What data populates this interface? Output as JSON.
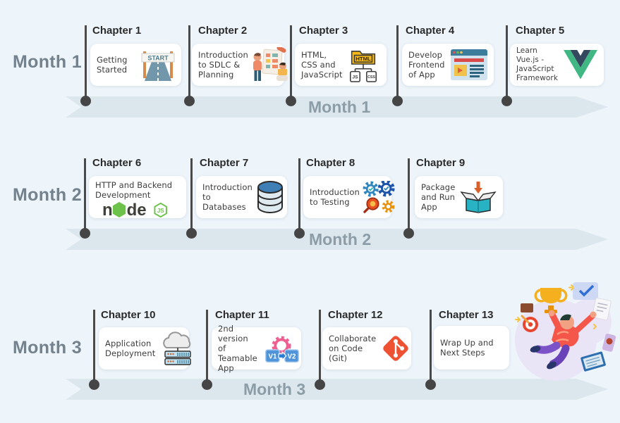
{
  "months": [
    {
      "side_label": "Month 1",
      "band_label": "Month 1",
      "chapters": [
        {
          "title": "Chapter 1",
          "description": "Getting Started",
          "icon": "start-banner-icon"
        },
        {
          "title": "Chapter 2",
          "description": "Introduction to SDLC & Planning",
          "icon": "sdlc-planning-icon"
        },
        {
          "title": "Chapter 3",
          "description": "HTML, CSS and JavaScript",
          "icon": "html-css-js-icon"
        },
        {
          "title": "Chapter 4",
          "description": "Develop Frontend of App",
          "icon": "frontend-browser-icon"
        },
        {
          "title": "Chapter 5",
          "description": "Learn Vue.js - JavaScript Framework",
          "icon": "vuejs-logo-icon"
        }
      ]
    },
    {
      "side_label": "Month 2",
      "band_label": "Month 2",
      "chapters": [
        {
          "title": "Chapter 6",
          "description": "HTTP and Backend Development",
          "icon": "nodejs-logo-icon"
        },
        {
          "title": "Chapter 7",
          "description": "Introduction to Databases",
          "icon": "database-icon"
        },
        {
          "title": "Chapter 8",
          "description": "Introduction to Testing",
          "icon": "testing-gears-icon"
        },
        {
          "title": "Chapter 9",
          "description": "Package and Run App",
          "icon": "package-box-icon"
        }
      ]
    },
    {
      "side_label": "Month 3",
      "band_label": "Month 3",
      "chapters": [
        {
          "title": "Chapter 10",
          "description": "Application Deployment",
          "icon": "cloud-deployment-icon"
        },
        {
          "title": "Chapter 11",
          "description": "2nd version of Teamable App",
          "icon": "version-upgrade-icon"
        },
        {
          "title": "Chapter 12",
          "description": "Collaborate on Code (Git)",
          "icon": "git-logo-icon"
        },
        {
          "title": "Chapter 13",
          "description": "Wrap Up and Next Steps",
          "icon": "celebration-illustration"
        }
      ]
    }
  ],
  "icon_texts": {
    "start_banner": "START",
    "html_folder": "HTML",
    "js_file": "JS",
    "css_file": "CSS",
    "node_n": "n",
    "node_de": "de",
    "node_badge": "JS",
    "v1": "V1",
    "v2": "V2"
  },
  "colors": {
    "background": "#edf4fa",
    "band": "#dce6ed",
    "timeline_dot": "#4a4a4a",
    "chapter_title": "#2b2b2b",
    "card_text": "#3d3d3d",
    "side_label": "#73828d",
    "band_label": "#8c9da7",
    "vue_green": "#41b883",
    "vue_dark": "#35495e",
    "node_green": "#6cc24a",
    "git_red": "#ef5133"
  }
}
